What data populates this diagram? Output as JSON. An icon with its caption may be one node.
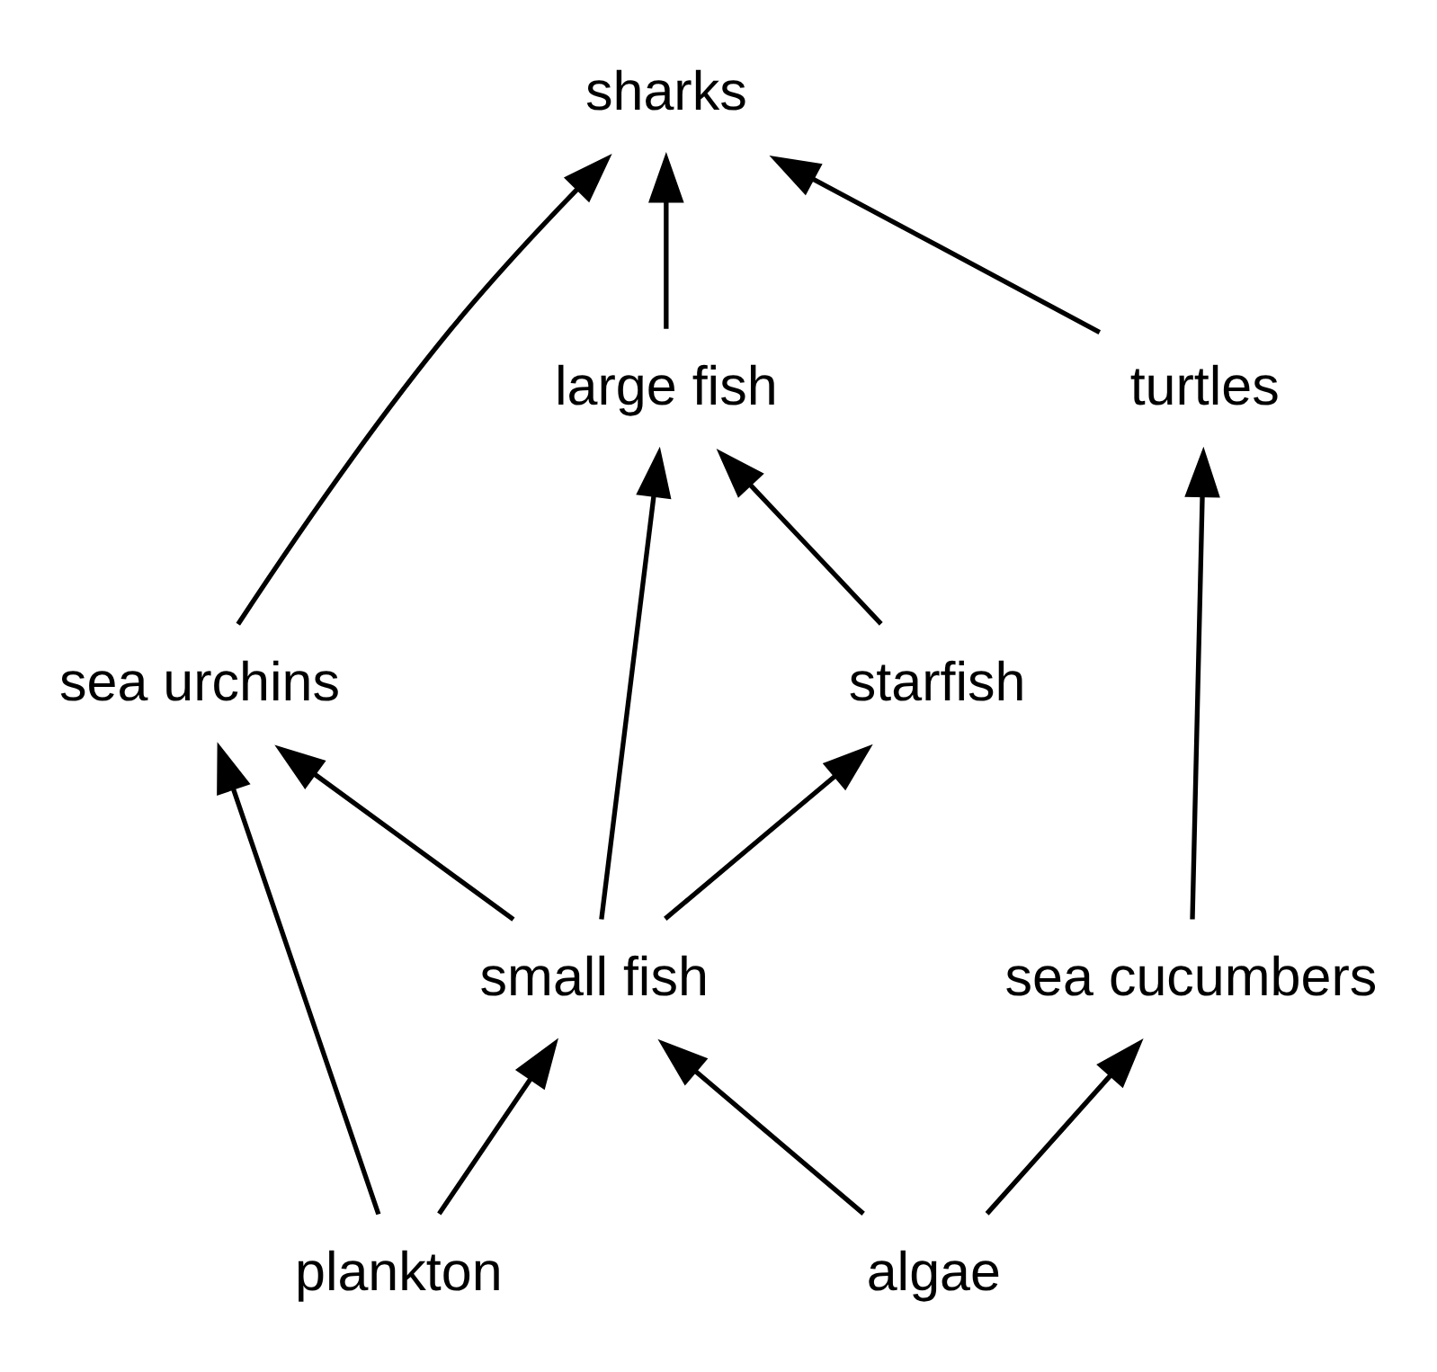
{
  "diagram": {
    "nodes": [
      {
        "text": [
          "sharks"
        ]
      },
      {
        "text": [
          "large fish"
        ]
      },
      {
        "text": [
          "turtles"
        ]
      },
      {
        "text": [
          "starfish"
        ]
      },
      {
        "text": [
          "small fish"
        ]
      },
      {
        "text": [
          "sea cucumbers"
        ]
      },
      {
        "text": [
          "sea urchins"
        ]
      },
      {
        "text": [
          "algae"
        ]
      },
      {
        "text": [
          "plankton"
        ]
      }
    ],
    "edges": [
      {
        "from": 2,
        "to": 0,
        "arrow": "to"
      },
      {
        "from": 1,
        "to": 0,
        "arrow": "to"
      },
      {
        "from": 6,
        "to": 0,
        "arrow": "to"
      },
      {
        "from": 3,
        "to": 1,
        "arrow": "to"
      },
      {
        "from": 4,
        "to": 1,
        "arrow": "to"
      },
      {
        "from": 4,
        "to": 3,
        "arrow": "to"
      },
      {
        "from": 4,
        "to": 6,
        "arrow": "to"
      },
      {
        "from": 5,
        "to": 2,
        "arrow": "to"
      },
      {
        "from": 7,
        "to": 5,
        "arrow": "to"
      },
      {
        "from": 7,
        "to": 4,
        "arrow": "to"
      },
      {
        "from": 8,
        "to": 4,
        "arrow": "to"
      },
      {
        "from": 8,
        "to": 6,
        "arrow": "to"
      }
    ]
  }
}
